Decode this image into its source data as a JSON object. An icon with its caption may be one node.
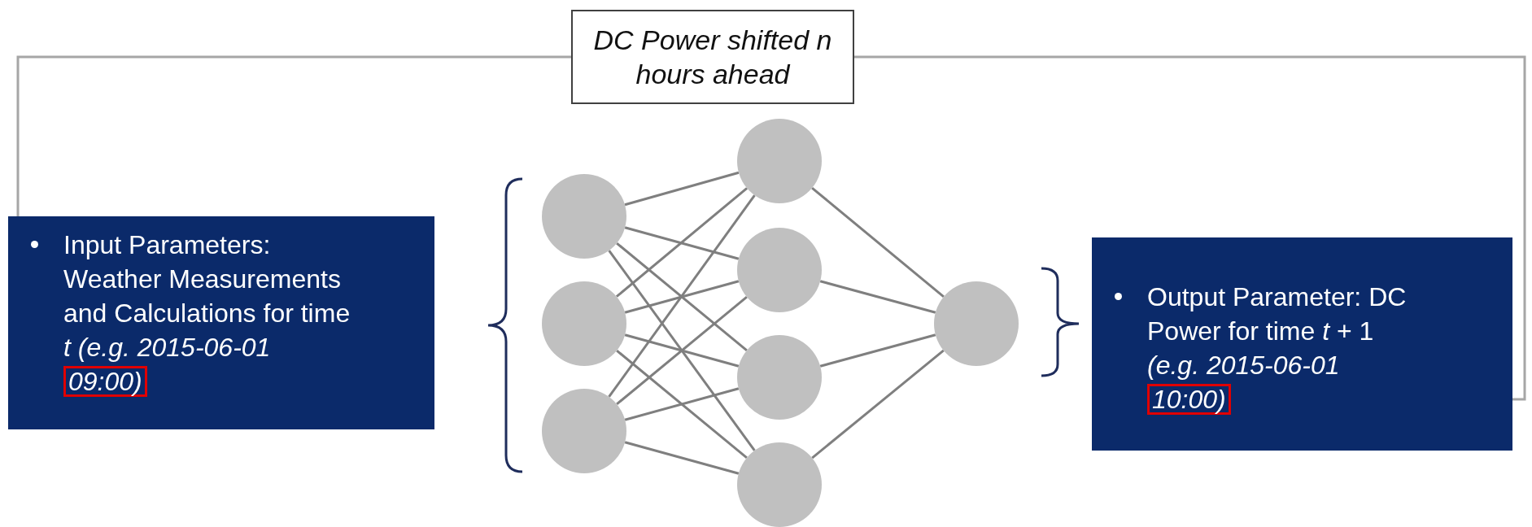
{
  "diagram": {
    "nodes": [
      {
        "text": [
          "DC Power shifted n hours ahead"
        ]
      },
      {
        "text": [
          "Input Parameters: Weather Measurements and Calculations for time *t (e.g. 2015-06-01*"
        ]
      },
      {
        "text": [
          "09:00)"
        ],
        "in": 1
      },
      {
        "text": [],
        "shape": "circle"
      },
      {
        "text": [],
        "shape": "circle"
      },
      {
        "text": [],
        "shape": "circle"
      },
      {
        "text": [],
        "shape": "circle"
      },
      {
        "text": [],
        "shape": "circle"
      },
      {
        "text": [],
        "shape": "circle"
      },
      {
        "text": [],
        "shape": "circle"
      },
      {
        "text": [],
        "shape": "circle"
      },
      {
        "text": [
          "Output Parameter: DC Power for time *t* + 1 *(e.g. 2015-06-01*"
        ]
      },
      {
        "text": [
          "10:00)"
        ],
        "in": 11
      }
    ],
    "edges": [
      {
        "from": 2,
        "to": 0,
        "arrow": "none"
      },
      {
        "from": 0,
        "to": 12,
        "arrow": "none"
      },
      {
        "from": 3,
        "to": 6,
        "arrow": "none"
      },
      {
        "from": 3,
        "to": 7,
        "arrow": "none"
      },
      {
        "from": 3,
        "to": 8,
        "arrow": "none"
      },
      {
        "from": 3,
        "to": 9,
        "arrow": "none"
      },
      {
        "from": 4,
        "to": 6,
        "arrow": "none"
      },
      {
        "from": 4,
        "to": 7,
        "arrow": "none"
      },
      {
        "from": 4,
        "to": 8,
        "arrow": "none"
      },
      {
        "from": 4,
        "to": 9,
        "arrow": "none"
      },
      {
        "from": 5,
        "to": 6,
        "arrow": "none"
      },
      {
        "from": 5,
        "to": 7,
        "arrow": "none"
      },
      {
        "from": 5,
        "to": 8,
        "arrow": "none"
      },
      {
        "from": 5,
        "to": 9,
        "arrow": "none"
      },
      {
        "from": 6,
        "to": 10,
        "arrow": "none"
      },
      {
        "from": 7,
        "to": 10,
        "arrow": "none"
      },
      {
        "from": 8,
        "to": 10,
        "arrow": "none"
      },
      {
        "from": 9,
        "to": 10,
        "arrow": "none"
      }
    ]
  }
}
